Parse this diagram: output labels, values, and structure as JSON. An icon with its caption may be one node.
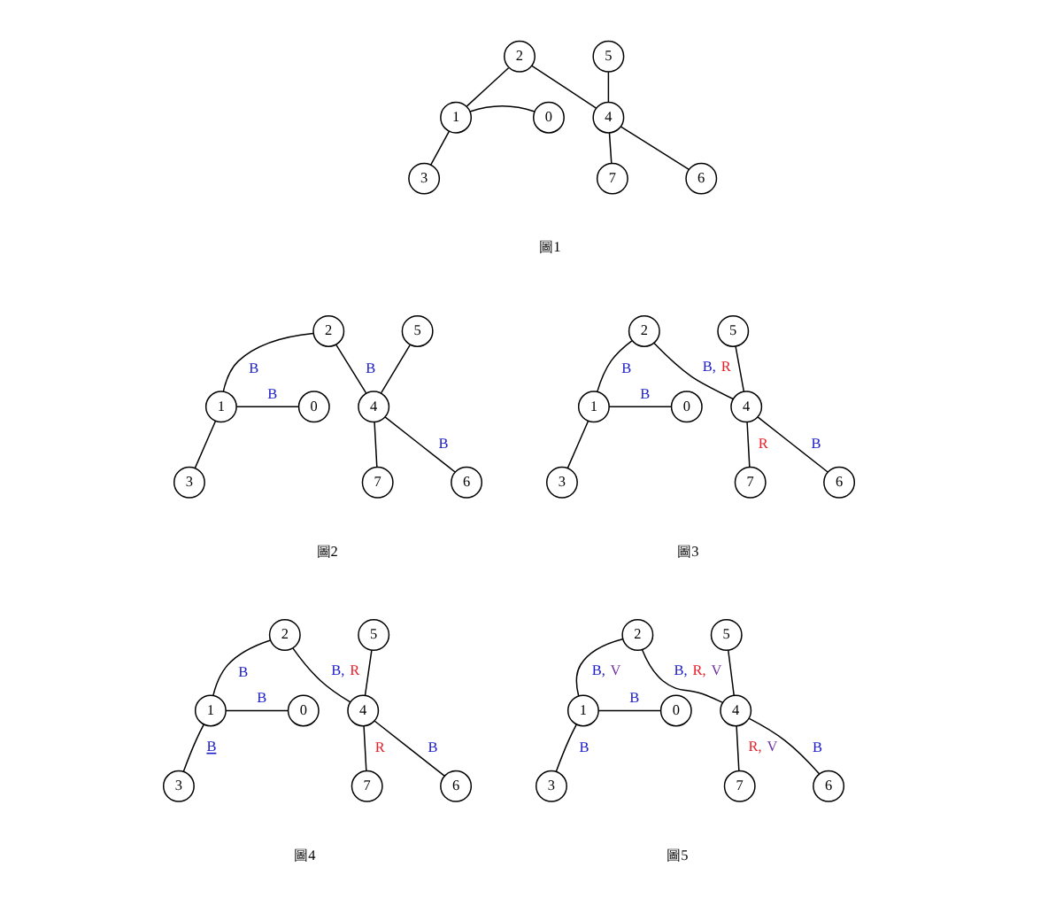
{
  "diagram": {
    "nodes": [
      {
        "text": [
          "0"
        ]
      },
      {
        "text": [
          "1"
        ]
      },
      {
        "text": [
          "2"
        ]
      },
      {
        "text": [
          "3"
        ]
      },
      {
        "text": [
          "4"
        ]
      },
      {
        "text": [
          "5"
        ]
      },
      {
        "text": [
          "6"
        ]
      },
      {
        "text": [
          "7"
        ]
      },
      {
        "text": [
          "0"
        ]
      },
      {
        "text": [
          "1"
        ]
      },
      {
        "text": [
          "2"
        ]
      },
      {
        "text": [
          "3"
        ]
      },
      {
        "text": [
          "4"
        ]
      },
      {
        "text": [
          "5"
        ]
      },
      {
        "text": [
          "6"
        ]
      },
      {
        "text": [
          "7"
        ]
      },
      {
        "text": [
          "0"
        ]
      },
      {
        "text": [
          "1"
        ]
      },
      {
        "text": [
          "2"
        ]
      },
      {
        "text": [
          "3"
        ]
      },
      {
        "text": [
          "4"
        ]
      },
      {
        "text": [
          "5"
        ]
      },
      {
        "text": [
          "6"
        ]
      },
      {
        "text": [
          "7"
        ]
      },
      {
        "text": [
          "0"
        ]
      },
      {
        "text": [
          "1"
        ]
      },
      {
        "text": [
          "2"
        ]
      },
      {
        "text": [
          "3"
        ]
      },
      {
        "text": [
          "4"
        ]
      },
      {
        "text": [
          "5"
        ]
      },
      {
        "text": [
          "6"
        ]
      },
      {
        "text": [
          "7"
        ]
      },
      {
        "text": [
          "0"
        ]
      },
      {
        "text": [
          "1"
        ]
      },
      {
        "text": [
          "2"
        ]
      },
      {
        "text": [
          "3"
        ]
      },
      {
        "text": [
          "4"
        ]
      },
      {
        "text": [
          "5"
        ]
      },
      {
        "text": [
          "6"
        ]
      },
      {
        "text": [
          "7"
        ]
      }
    ],
    "edges": [
      {
        "from": 0,
        "to": 1,
        "arrow": "none"
      },
      {
        "from": 2,
        "to": 1,
        "arrow": "none"
      },
      {
        "from": 2,
        "to": 4,
        "arrow": "none"
      },
      {
        "from": 1,
        "to": 3,
        "arrow": "none"
      },
      {
        "from": 5,
        "to": 4,
        "arrow": "none"
      },
      {
        "from": 4,
        "to": 7,
        "arrow": "none"
      },
      {
        "from": 4,
        "to": 6,
        "arrow": "none"
      },
      {
        "from": 8,
        "to": 9,
        "arrow": "none",
        "label": "B"
      },
      {
        "from": 10,
        "to": 9,
        "arrow": "none",
        "label": "B"
      },
      {
        "from": 10,
        "to": 12,
        "arrow": "none",
        "label": "B"
      },
      {
        "from": 9,
        "to": 11,
        "arrow": "none"
      },
      {
        "from": 13,
        "to": 12,
        "arrow": "none"
      },
      {
        "from": 12,
        "to": 15,
        "arrow": "none"
      },
      {
        "from": 12,
        "to": 14,
        "arrow": "none",
        "label": "B"
      },
      {
        "from": 16,
        "to": 17,
        "arrow": "none",
        "label": "B"
      },
      {
        "from": 18,
        "to": 17,
        "arrow": "none",
        "label": "B"
      },
      {
        "from": 18,
        "to": 20,
        "arrow": "none",
        "label": "B, R"
      },
      {
        "from": 17,
        "to": 19,
        "arrow": "none"
      },
      {
        "from": 21,
        "to": 20,
        "arrow": "none"
      },
      {
        "from": 20,
        "to": 23,
        "arrow": "none",
        "label": "R"
      },
      {
        "from": 20,
        "to": 22,
        "arrow": "none",
        "label": "B"
      },
      {
        "from": 24,
        "to": 25,
        "arrow": "none",
        "label": "B"
      },
      {
        "from": 26,
        "to": 25,
        "arrow": "none",
        "label": "B"
      },
      {
        "from": 26,
        "to": 28,
        "arrow": "none",
        "label": "B, R"
      },
      {
        "from": 25,
        "to": 27,
        "arrow": "none",
        "label": "B"
      },
      {
        "from": 29,
        "to": 28,
        "arrow": "none"
      },
      {
        "from": 28,
        "to": 31,
        "arrow": "none",
        "label": "R"
      },
      {
        "from": 28,
        "to": 30,
        "arrow": "none",
        "label": "B"
      },
      {
        "from": 32,
        "to": 33,
        "arrow": "none",
        "label": "B"
      },
      {
        "from": 34,
        "to": 33,
        "arrow": "none",
        "label": "B, V"
      },
      {
        "from": 34,
        "to": 36,
        "arrow": "none",
        "label": "B, R, V"
      },
      {
        "from": 33,
        "to": 35,
        "arrow": "none",
        "label": "B"
      },
      {
        "from": 37,
        "to": 36,
        "arrow": "none"
      },
      {
        "from": 36,
        "to": 39,
        "arrow": "none",
        "label": "R, V"
      },
      {
        "from": 36,
        "to": 38,
        "arrow": "none",
        "label": "B"
      }
    ],
    "labels": [
      "圖1",
      "圖2",
      "圖3",
      "圖4",
      "圖5"
    ]
  }
}
